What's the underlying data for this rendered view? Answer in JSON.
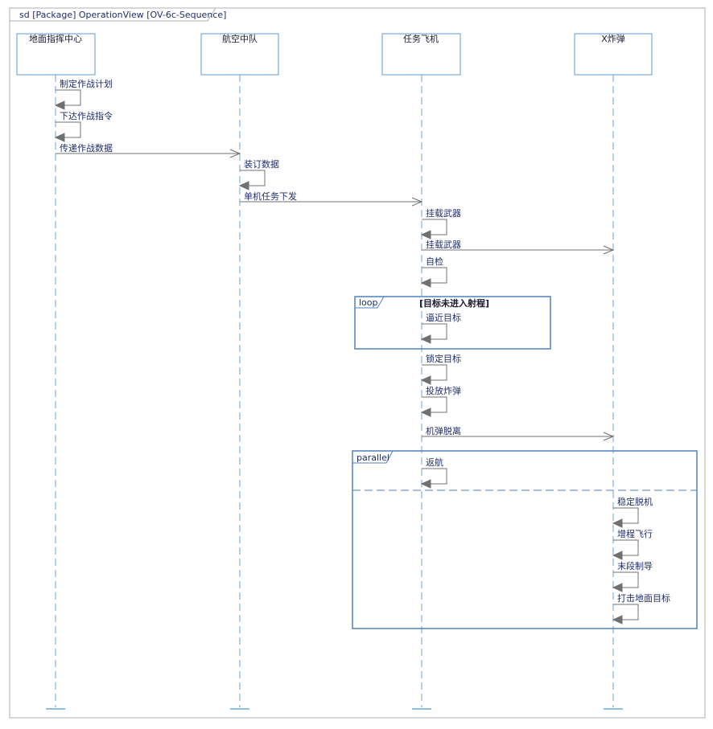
{
  "frame": {
    "title": "sd [Package] OperationView [OV-6c-Sequence]"
  },
  "lifelines": [
    {
      "id": "ground",
      "label": "地面指挥中心"
    },
    {
      "id": "squadron",
      "label": "航空中队"
    },
    {
      "id": "aircraft",
      "label": "任务飞机"
    },
    {
      "id": "bomb",
      "label": "X炸弹"
    }
  ],
  "messages": [
    {
      "from": "ground",
      "to": "ground",
      "label": "制定作战计划"
    },
    {
      "from": "ground",
      "to": "ground",
      "label": "下达作战指令"
    },
    {
      "from": "ground",
      "to": "squadron",
      "label": "传递作战数据"
    },
    {
      "from": "squadron",
      "to": "squadron",
      "label": "装订数据"
    },
    {
      "from": "squadron",
      "to": "aircraft",
      "label": "单机任务下发"
    },
    {
      "from": "aircraft",
      "to": "aircraft",
      "label": "挂载武器"
    },
    {
      "from": "aircraft",
      "to": "bomb",
      "label": "挂载武器"
    },
    {
      "from": "aircraft",
      "to": "aircraft",
      "label": "自检"
    },
    {
      "from": "aircraft",
      "to": "aircraft",
      "label": "逼近目标"
    },
    {
      "from": "aircraft",
      "to": "aircraft",
      "label": "锁定目标"
    },
    {
      "from": "aircraft",
      "to": "aircraft",
      "label": "投放炸弹"
    },
    {
      "from": "aircraft",
      "to": "bomb",
      "label": "机弹脱离"
    },
    {
      "from": "aircraft",
      "to": "aircraft",
      "label": "返航"
    },
    {
      "from": "bomb",
      "to": "bomb",
      "label": "稳定脱机"
    },
    {
      "from": "bomb",
      "to": "bomb",
      "label": "增程飞行"
    },
    {
      "from": "bomb",
      "to": "bomb",
      "label": "末段制导"
    },
    {
      "from": "bomb",
      "to": "bomb",
      "label": "打击地面目标"
    }
  ],
  "fragments": [
    {
      "operator": "loop",
      "guard": "[目标未进入射程]"
    },
    {
      "operator": "parallel",
      "guard": ""
    }
  ],
  "colors": {
    "lifeline_border": "#5b9bd5",
    "lifeline_dash": "#6aa5dc",
    "arrow": "#707070",
    "fragment_border": "#4f81bd",
    "frame_border": "#b0b0b0"
  }
}
